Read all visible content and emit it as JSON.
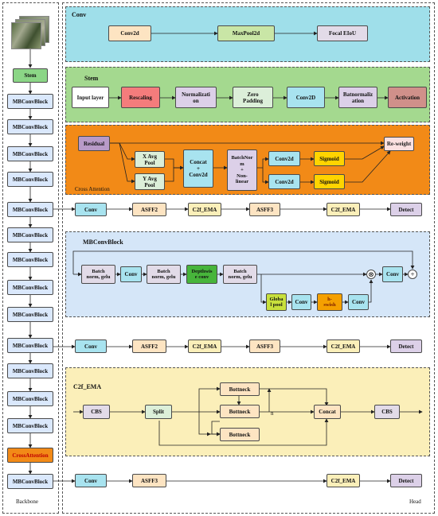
{
  "backbone": {
    "label": "Backbone",
    "stem": "Stem",
    "blocks": [
      "MBConvBlock",
      "MBConvBlock",
      "MBConvBlock",
      "MBConvBlock",
      "MBConvBlock",
      "MBConvBlock",
      "MBConvBlock",
      "MBConvBlock",
      "MBConvBlock",
      "MBConvBlock",
      "MBConvBlock",
      "MBConvBlock",
      "MBConvBlock"
    ],
    "cross_attention": "CrossAttention",
    "last_block": "MBConvBlock"
  },
  "head": {
    "label": "Head"
  },
  "conv_panel": {
    "title": "Conv",
    "nodes": [
      "Conv2d",
      "MaxPool2d",
      "Focal EIoU"
    ]
  },
  "stem_panel": {
    "title": "Stem",
    "nodes": [
      "Input layer",
      "Rescaling",
      "Normalizati\non",
      "Zero\nPadding",
      "Conv2D",
      "Batnormaliz\nation",
      "Activation"
    ]
  },
  "cross_panel": {
    "title": "Cross Attention",
    "residual": "Residual",
    "x_pool": "X Avg\nPool",
    "y_pool": "Y Avg\nPool",
    "concat": "Concat\n+\nConv2d",
    "batchnorm": "BatchNor\nm\n+\nNon-\nlinear",
    "conv_top": "Conv2d",
    "conv_bottom": "Conv2d",
    "sig_top": "Sigmoid",
    "sig_bottom": "Sigmoid",
    "reweight": "Re-weight"
  },
  "head_row1": [
    "Conv",
    "ASFF2",
    "C2f_EMA",
    "ASFF3",
    "C2f_EMA",
    "Detect"
  ],
  "mb_panel": {
    "title": "MBConvBlock",
    "nodes": [
      "Batch\nnorm, gelu",
      "Conv",
      "Batch\nnorm, gelu",
      "Depthwis\ne conv",
      "Batch\nnorm, gelu",
      "Conv"
    ],
    "lower": [
      "Globa\nl pool",
      "Conv",
      "h-\nswish",
      "Conv"
    ],
    "multiply": "⊗",
    "add": "+"
  },
  "head_row2": [
    "Conv",
    "ASFF2",
    "C2f_EMA",
    "ASFF3",
    "C2f_EMA",
    "Detect"
  ],
  "c2f_panel": {
    "title": "C2f_EMA",
    "cbs_in": "CBS",
    "split": "Split",
    "bottlenecks": [
      "Bottneck",
      "Bottneck",
      "Bottneck"
    ],
    "n": "n",
    "concat": "Concat",
    "cbs_out": "CBS"
  },
  "head_row3": [
    "Conv",
    "ASFF3",
    "C2f_EMA",
    "Detect"
  ],
  "colors": {
    "conv_bg": "#9fdfea",
    "stem_bg": "#a4d98f",
    "cross_bg": "#f28a17",
    "mb_bg": "#d5e6f8",
    "c2f_bg": "#fbefb9"
  }
}
